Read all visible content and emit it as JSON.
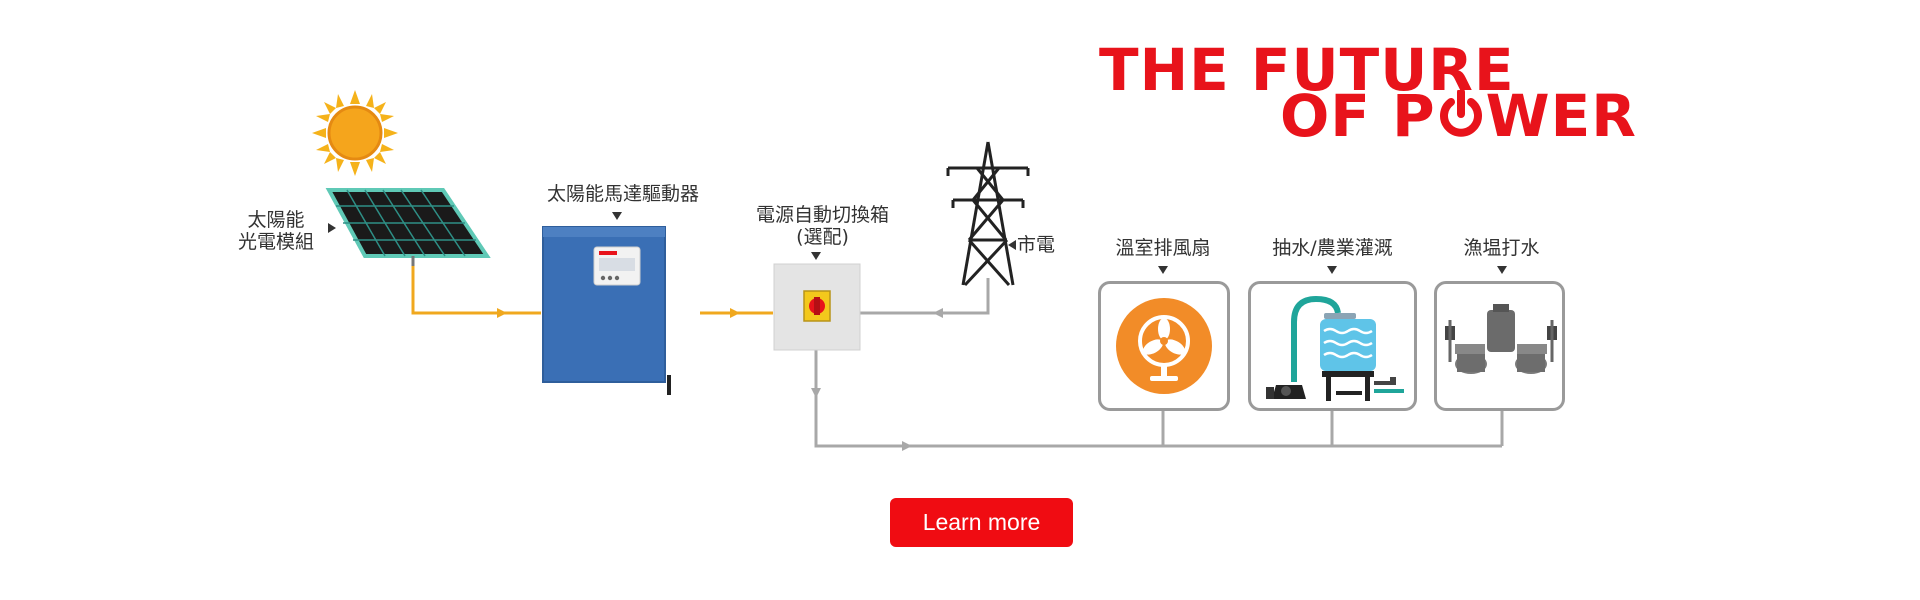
{
  "headline": {
    "line1": "THE FUTURE",
    "line2_part1": "OF P",
    "line2_part2": "WER"
  },
  "labels": {
    "solar_module_line1": "太陽能",
    "solar_module_line2": "光電模組",
    "motor_driver": "太陽能馬達驅動器",
    "switch_box_line1": "電源自動切換箱",
    "switch_box_line2": "(選配)",
    "city_power": "市電",
    "greenhouse_fan": "溫室排風扇",
    "irrigation": "抽水/農業灌溉",
    "fish_pond": "漁塭打水"
  },
  "button": {
    "learn_more": "Learn more"
  },
  "colors": {
    "accent": "#e8131b",
    "button": "#f00c12",
    "solar_line": "#f0a81e",
    "grid_line": "#a8a8a8",
    "driver_blue": "#3a6fb5",
    "fan_orange": "#f28c28",
    "teal": "#1fa59a"
  }
}
